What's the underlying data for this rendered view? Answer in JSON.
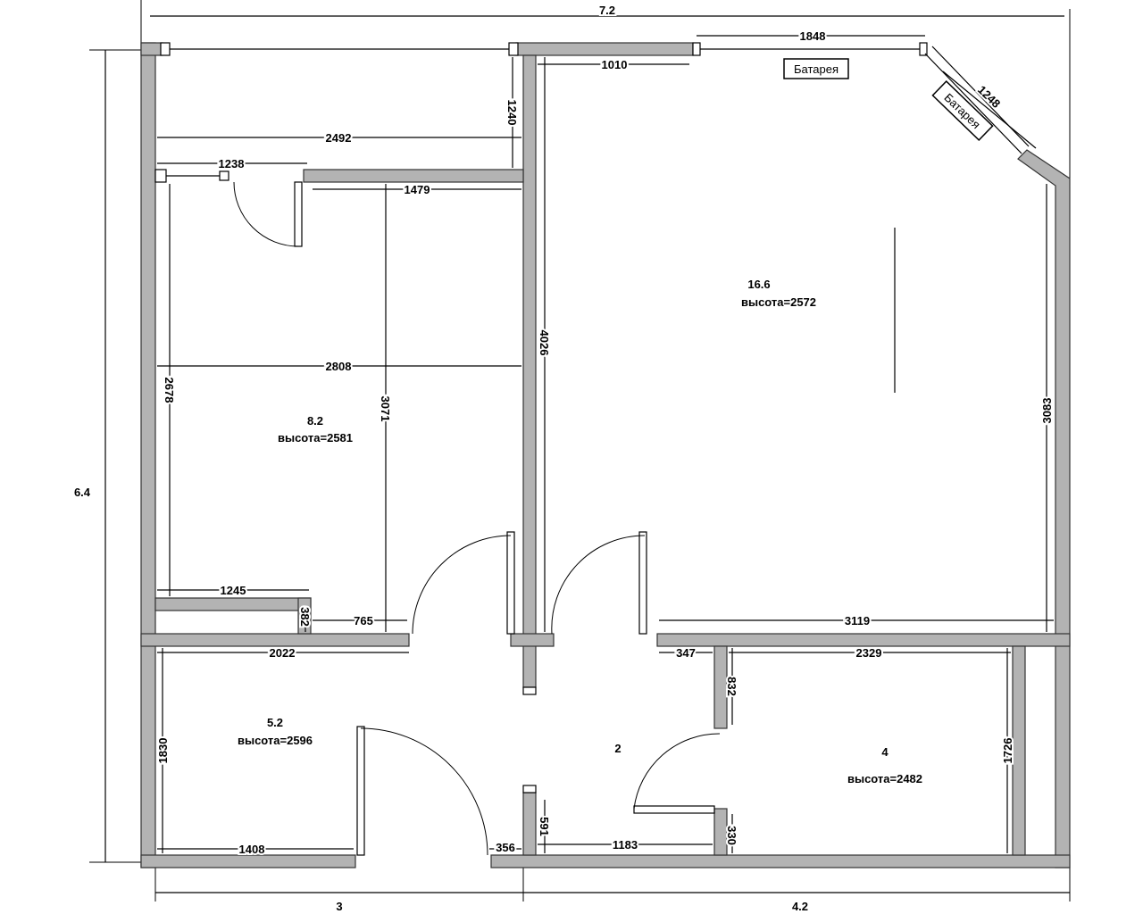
{
  "overall": {
    "width": "7.2",
    "height": "6.4",
    "bottom_left": "3",
    "bottom_right": "4.2"
  },
  "rooms": [
    {
      "area": "16.6",
      "height": "высота=2572"
    },
    {
      "area": "8.2",
      "height": "высота=2581"
    },
    {
      "area": "5.2",
      "height": "высота=2596"
    },
    {
      "area": "2"
    },
    {
      "area": "4",
      "height": "высота=2482"
    }
  ],
  "radiators": [
    "Батарея",
    "Батарея"
  ],
  "dims": {
    "d1848": "1848",
    "d1010": "1010",
    "d1248": "1248",
    "d1240": "1240",
    "d2492": "2492",
    "d1238": "1238",
    "d1479": "1479",
    "d4026": "4026",
    "d2808": "2808",
    "d2678": "2678",
    "d3071": "3071",
    "d3083": "3083",
    "d1245": "1245",
    "d382": "382",
    "d765": "765",
    "d3119": "3119",
    "d2022": "2022",
    "d347": "347",
    "d2329": "2329",
    "d832": "832",
    "d1830": "1830",
    "d1726": "1726",
    "d591": "591",
    "d330": "330",
    "d1408": "1408",
    "d356": "356",
    "d1183": "1183"
  }
}
